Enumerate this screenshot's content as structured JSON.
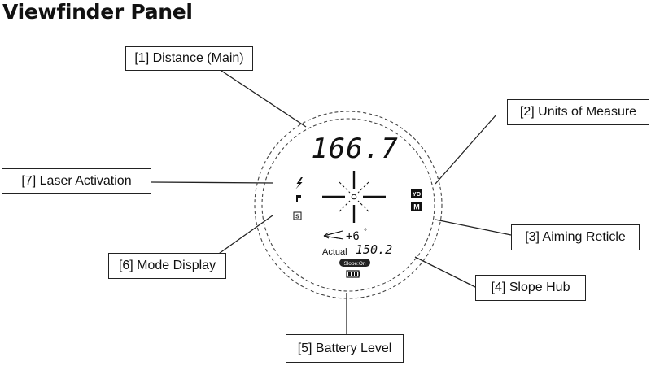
{
  "title": "Viewfinder Panel",
  "callouts": [
    {
      "label": "[1] Distance (Main)"
    },
    {
      "label": "[2] Units of Measure"
    },
    {
      "label": "[3] Aiming Reticle"
    },
    {
      "label": "[4] Slope Hub"
    },
    {
      "label": "[5] Battery Level"
    },
    {
      "label": "[6] Mode Display"
    },
    {
      "label": "[7] Laser Activation"
    }
  ],
  "display": {
    "distance": "166.7",
    "unit_yd": "YD",
    "unit_m": "M",
    "mode_letter": "S",
    "angle": "+6",
    "degree_symbol": "°",
    "actual_label": "Actual",
    "actual_value": "150.2",
    "slope_badge": "Slope:On"
  },
  "icons": {
    "laser": "lightning-bolt-icon",
    "flag": "flag-icon",
    "slope": "inclined-arrow-icon",
    "battery": "battery-icon"
  }
}
